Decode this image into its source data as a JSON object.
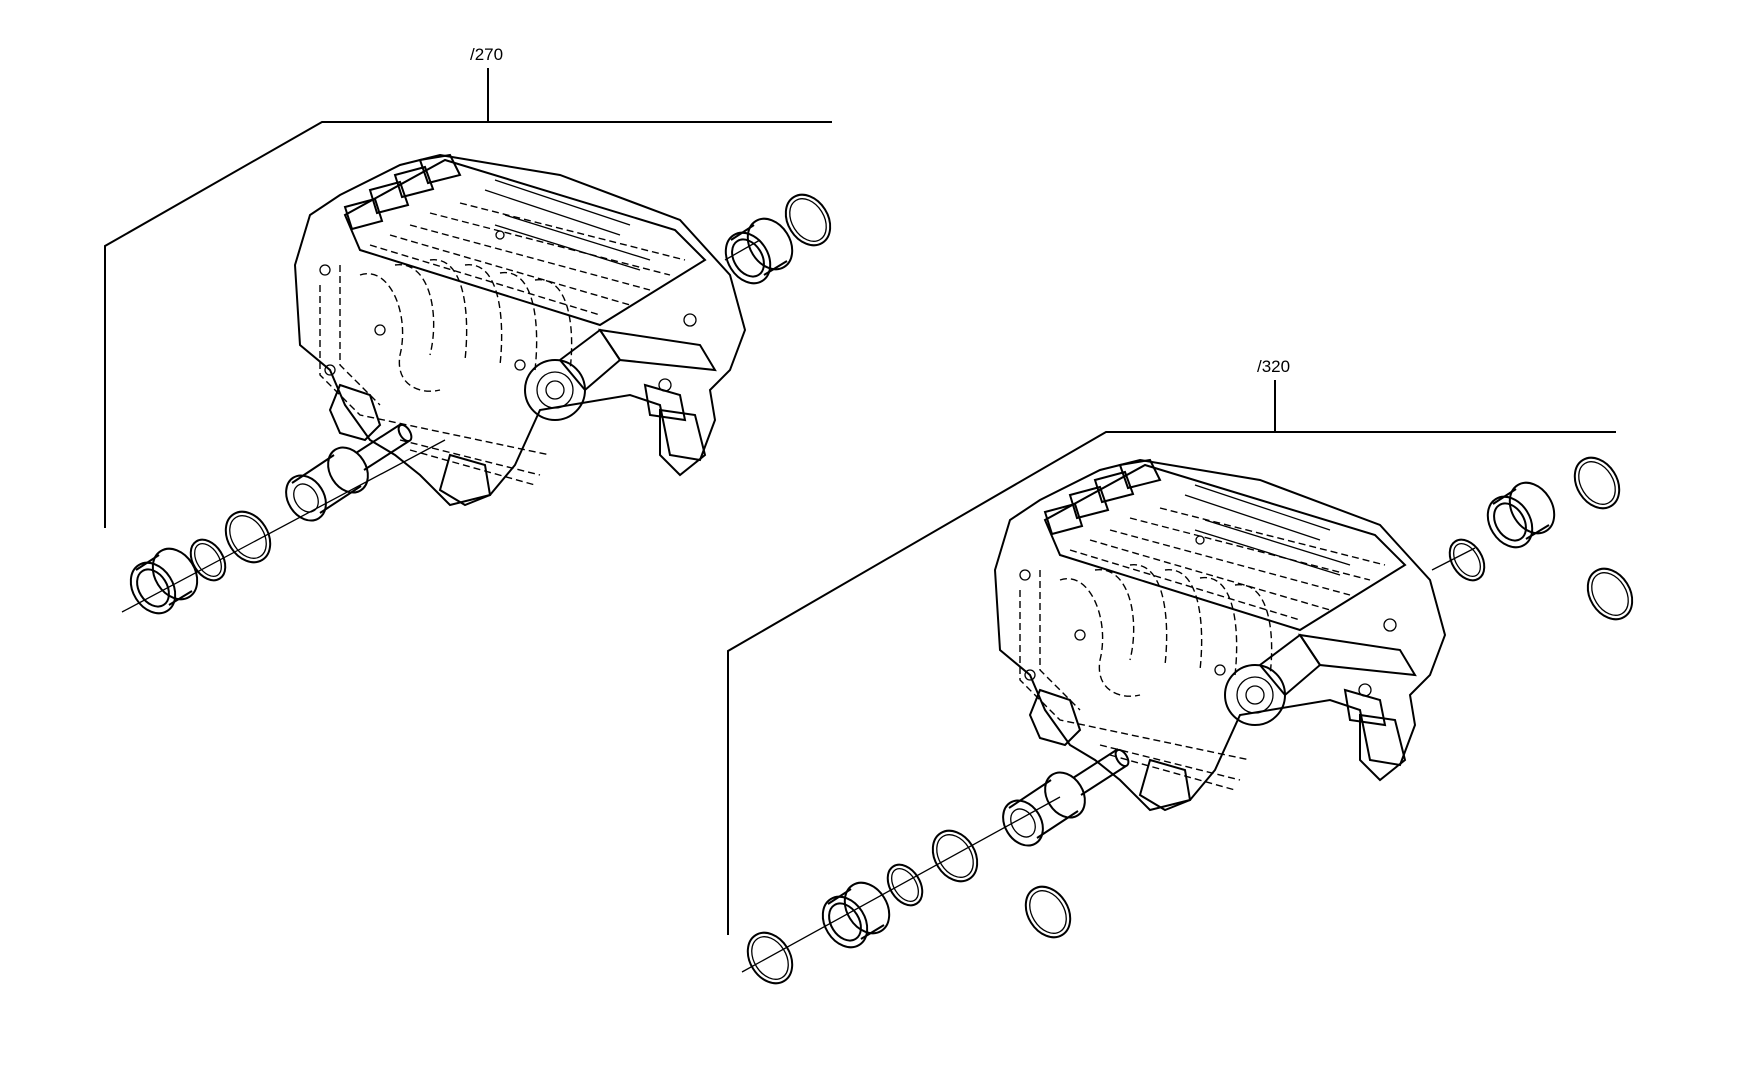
{
  "assemblies": [
    {
      "id": "a1",
      "label": "/270"
    },
    {
      "id": "a2",
      "label": "/320"
    }
  ]
}
